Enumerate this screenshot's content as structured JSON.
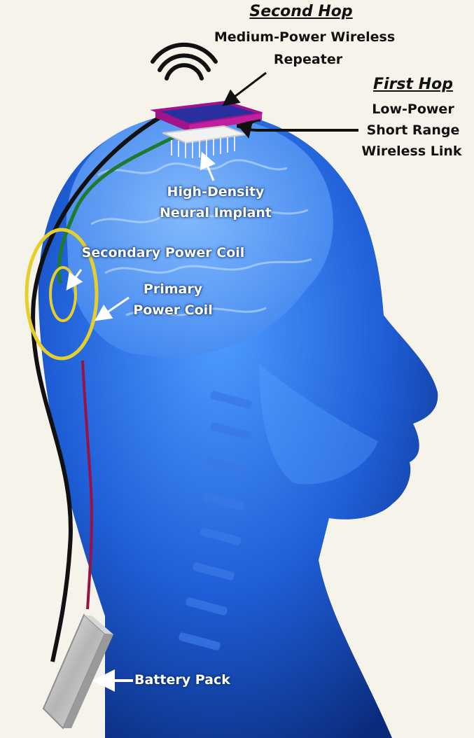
{
  "labels": {
    "second_hop": "Second Hop",
    "repeater_line1": "Medium-Power Wireless",
    "repeater_line2": "Repeater",
    "first_hop": "First Hop",
    "link_line1": "Low-Power",
    "link_line2": "Short Range",
    "link_line3": "Wireless Link",
    "implant_line1": "High-Density",
    "implant_line2": "Neural Implant",
    "secondary_coil": "Secondary Power Coil",
    "primary_line1": "Primary",
    "primary_line2": "Power Coil",
    "battery": "Battery Pack"
  }
}
